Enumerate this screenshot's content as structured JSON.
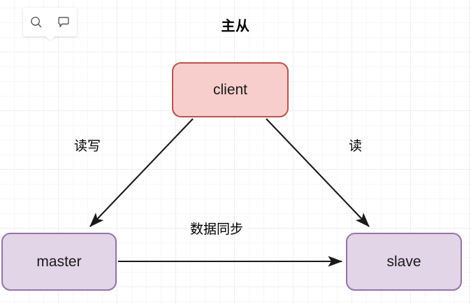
{
  "diagram": {
    "title": "主从",
    "nodes": [
      {
        "id": "client",
        "label": "client",
        "fill": "#f8cecc",
        "stroke": "#b85450"
      },
      {
        "id": "master",
        "label": "master",
        "fill": "#e1d5e7",
        "stroke": "#9673a6"
      },
      {
        "id": "slave",
        "label": "slave",
        "fill": "#e1d5e7",
        "stroke": "#9673a6"
      }
    ],
    "edges": [
      {
        "from": "client",
        "to": "master",
        "label": "读写",
        "style": "solid-arrow",
        "color": "#1a1a1a"
      },
      {
        "from": "client",
        "to": "slave",
        "label": "读",
        "style": "solid-arrow",
        "color": "#1a1a1a"
      },
      {
        "from": "master",
        "to": "slave",
        "label": "数据同步",
        "style": "solid-arrow",
        "color": "#1a1a1a"
      }
    ],
    "edge_labels": {
      "client_master": "读写",
      "client_slave": "读",
      "master_slave": "数据同步"
    }
  },
  "toolbar": {
    "search_icon": "search-icon",
    "comment_icon": "comment-icon"
  },
  "canvas": {
    "grid_visible": true,
    "background_color": "#ffffff",
    "grid_color": "#eceff1"
  }
}
